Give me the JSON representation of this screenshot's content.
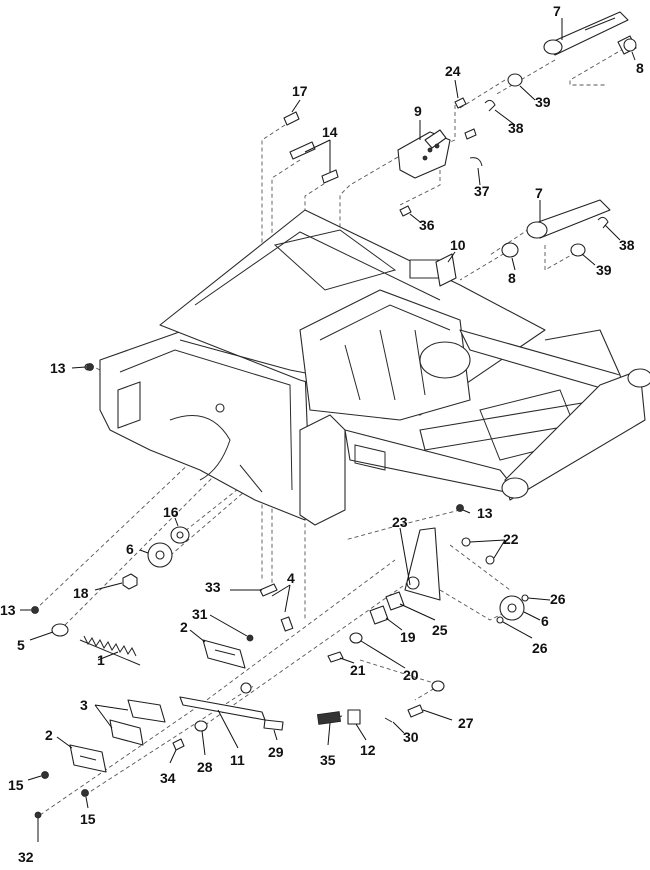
{
  "diagram": {
    "callouts": [
      "1",
      "2",
      "2",
      "3",
      "4",
      "5",
      "6",
      "6",
      "7",
      "7",
      "8",
      "8",
      "9",
      "10",
      "11",
      "12",
      "13",
      "13",
      "13",
      "14",
      "15",
      "15",
      "16",
      "17",
      "18",
      "19",
      "20",
      "21",
      "22",
      "23",
      "24",
      "25",
      "26",
      "26",
      "27",
      "28",
      "29",
      "30",
      "31",
      "32",
      "33",
      "34",
      "35",
      "36",
      "37",
      "38",
      "38",
      "39",
      "39"
    ]
  }
}
